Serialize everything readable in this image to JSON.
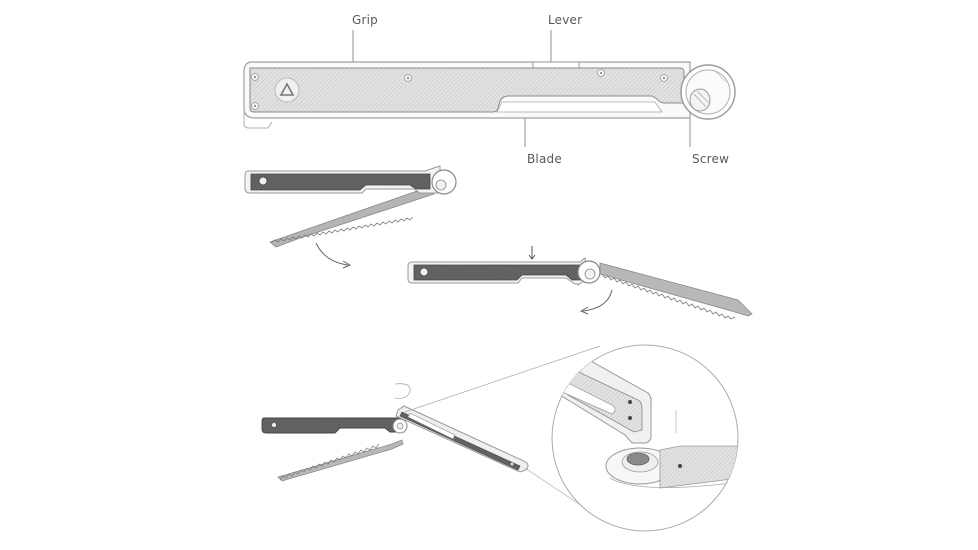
{
  "diagram": {
    "subject": "Folding saw",
    "callouts": [
      {
        "id": "grip",
        "label": "Grip"
      },
      {
        "id": "lever",
        "label": "Lever"
      },
      {
        "id": "blade",
        "label": "Blade"
      },
      {
        "id": "screw",
        "label": "Screw"
      }
    ],
    "steps": [
      {
        "id": "closed",
        "description": "Closed saw with labeled parts"
      },
      {
        "id": "opening",
        "description": "Blade swinging open from handle"
      },
      {
        "id": "locking",
        "description": "Press lever down to lock blade open"
      },
      {
        "id": "disassembly",
        "description": "Handle halves separated, blade removed, detail of screw joint"
      }
    ],
    "colors": {
      "background": "#ffffff",
      "outline": "#9a9a9a",
      "grip_light": "#d9d9d9",
      "grip_dark": "#5b5b5b",
      "blade": "#a8a8a8",
      "label_text": "#5a5a5a"
    }
  }
}
